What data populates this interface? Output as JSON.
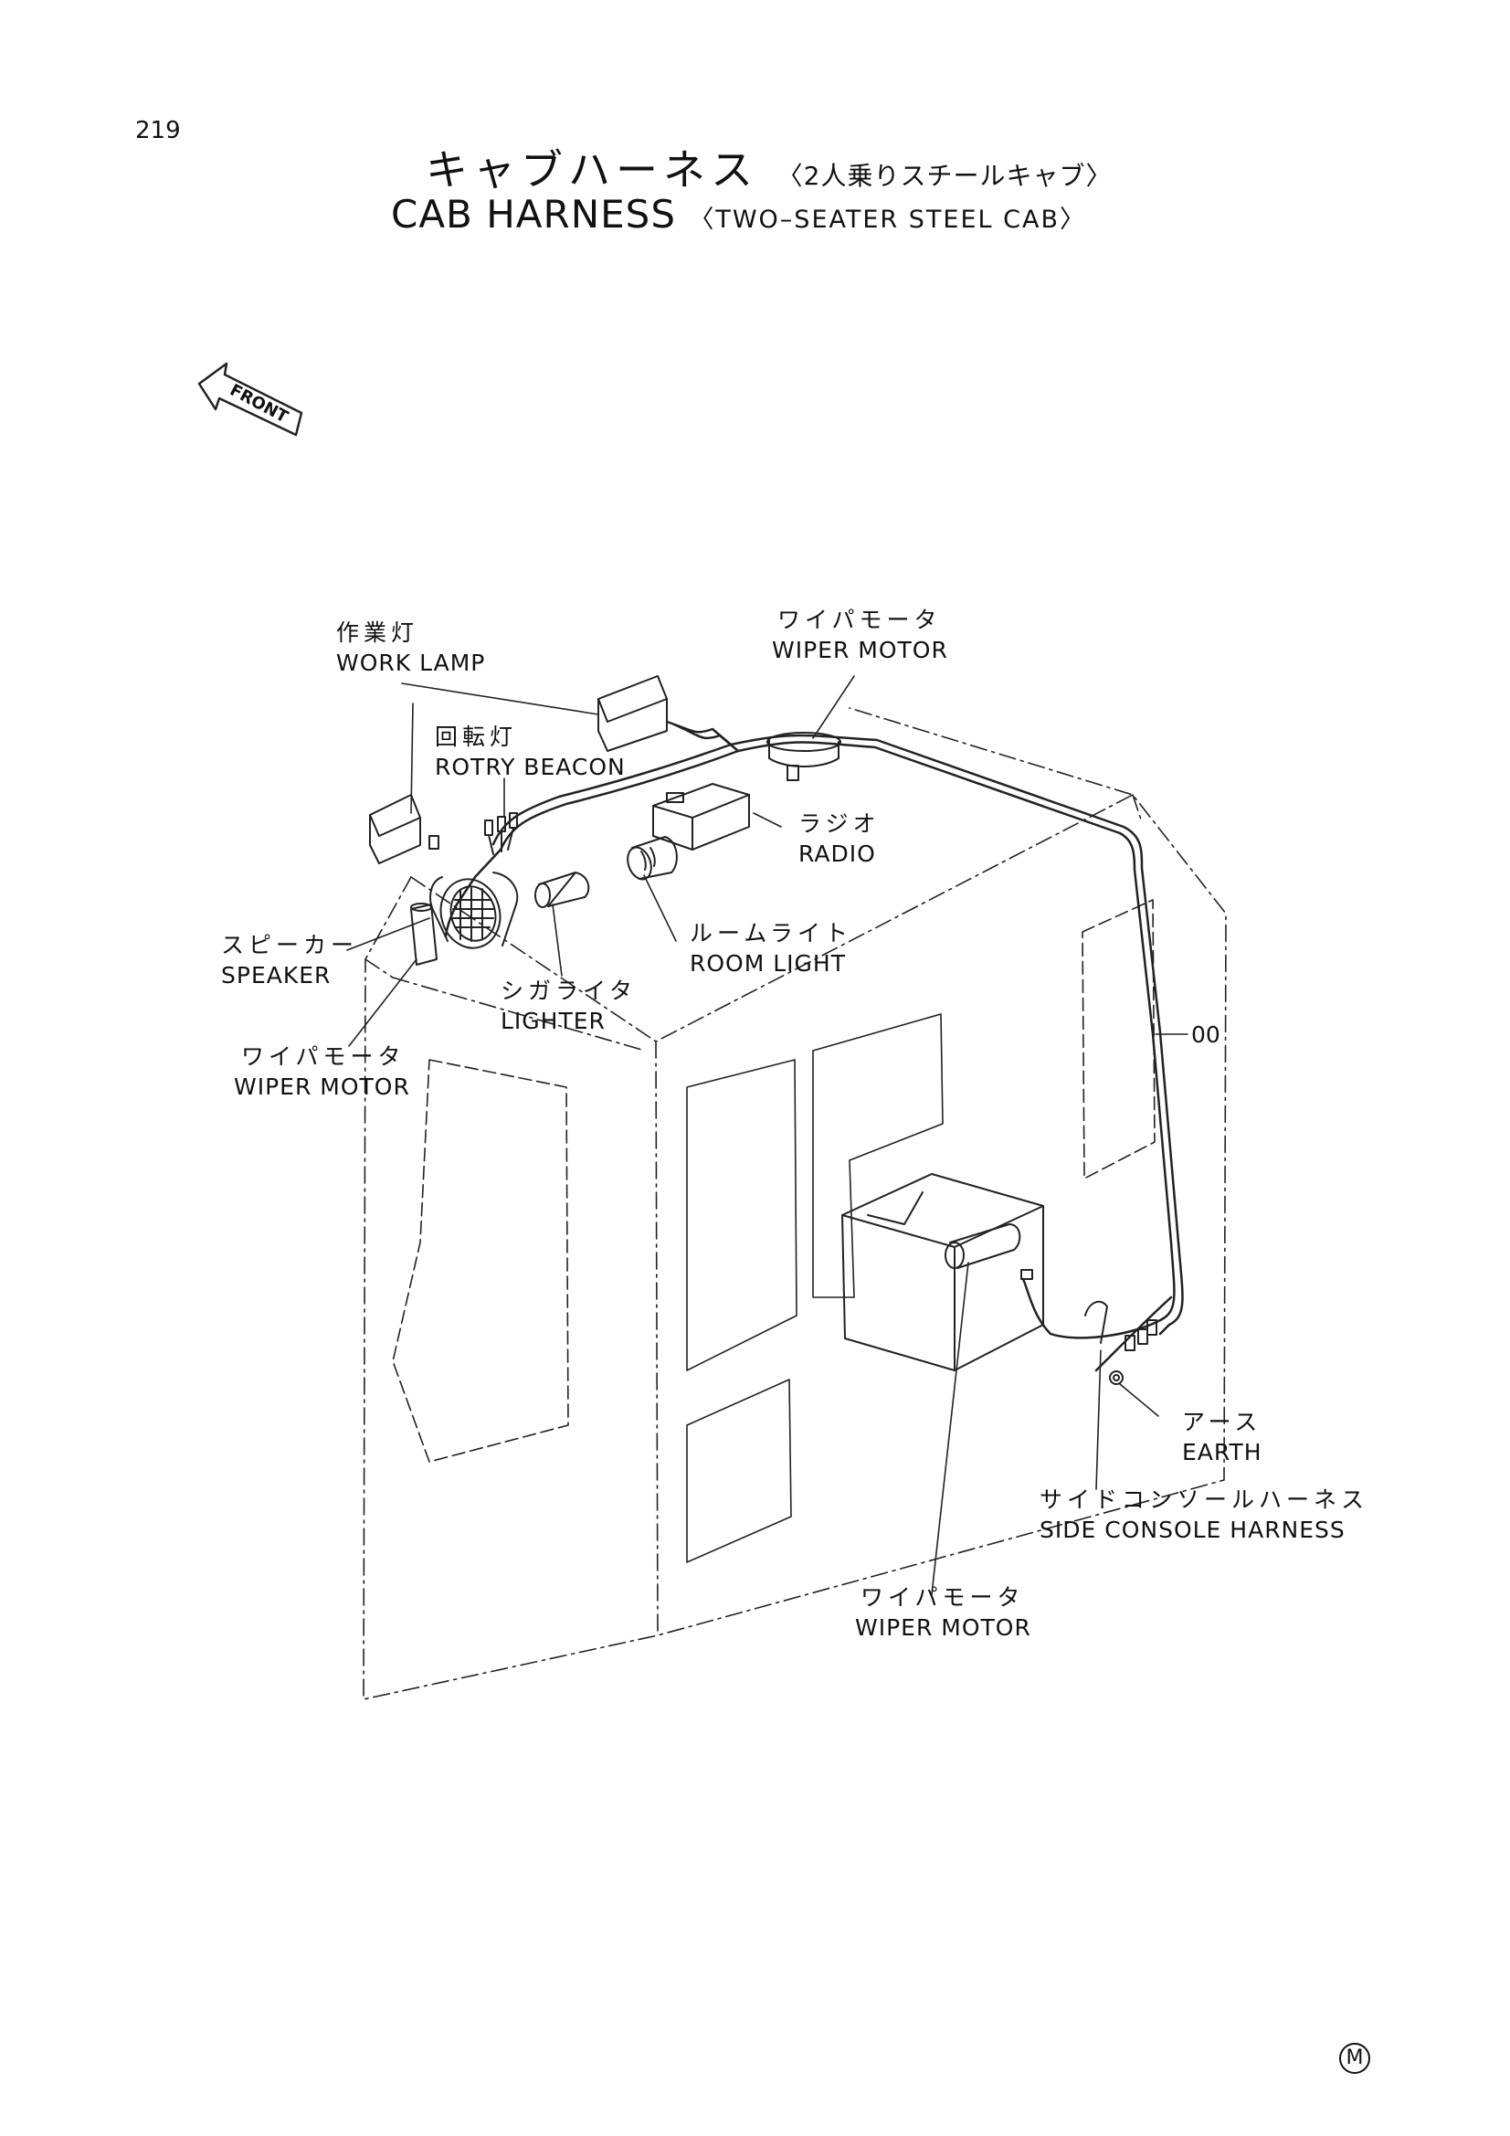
{
  "page_number": "219",
  "title": {
    "jp_main": "キャブハーネス",
    "jp_sub": "〈2人乗りスチールキャブ〉",
    "en_main": "CAB HARNESS",
    "en_sub": "〈TWO–SEATER STEEL CAB〉"
  },
  "front_arrow_label": "FRONT",
  "labels": {
    "work_lamp": {
      "jp": "作業灯",
      "en": "WORK LAMP"
    },
    "wiper_motor_top": {
      "jp": "ワイパモータ",
      "en": "WIPER MOTOR"
    },
    "rotary_beacon": {
      "jp": "回転灯",
      "en": "ROTRY BEACON"
    },
    "radio": {
      "jp": "ラジオ",
      "en": "RADIO"
    },
    "room_light": {
      "jp": "ルームライト",
      "en": "ROOM LIGHT"
    },
    "speaker": {
      "jp": "スピーカー",
      "en": "SPEAKER"
    },
    "lighter": {
      "jp": "シガライタ",
      "en": "LIGHTER"
    },
    "wiper_motor_left": {
      "jp": "ワイパモータ",
      "en": "WIPER MOTOR"
    },
    "earth": {
      "jp": "アース",
      "en": "EARTH"
    },
    "side_console_harness": {
      "jp": "サイドコンソールハーネス",
      "en": "SIDE CONSOLE HARNESS"
    },
    "wiper_motor_bottom": {
      "jp": "ワイパモータ",
      "en": "WIPER MOTOR"
    }
  },
  "part_number": "00",
  "corner_mark": "M"
}
